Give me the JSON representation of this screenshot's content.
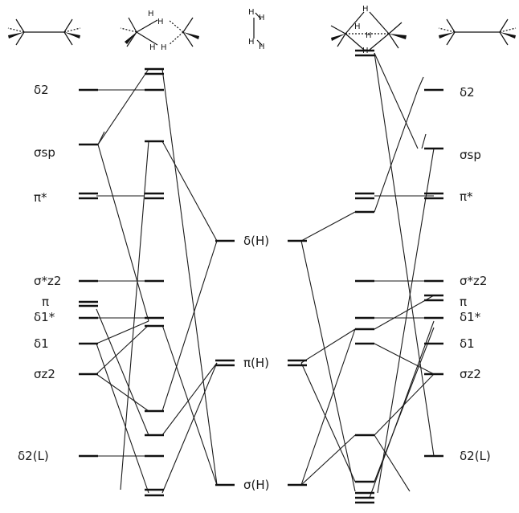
{
  "labels": {
    "left": {
      "delta2": "δ2",
      "sigma_sp": "σsp",
      "pi_star": "π*",
      "sigma_z2_star": "σ*z2",
      "pi": "π",
      "delta1_star": "δ1*",
      "delta1": "δ1",
      "sigma_z2": "σz2",
      "delta2_L": "δ2(L)"
    },
    "center": {
      "delta_H": "δ(H)",
      "pi_H": "π(H)",
      "sigma_H": "σ(H)"
    },
    "right": {
      "delta2": "δ2",
      "sigma_sp": "σsp",
      "pi_star": "π*",
      "sigma_z2_star": "σ*z2",
      "pi": "π",
      "delta1_star": "δ1*",
      "delta1": "δ1",
      "sigma_z2": "σz2",
      "delta2_L": "δ2(L)"
    }
  },
  "hydrogen_atom_label": "H"
}
